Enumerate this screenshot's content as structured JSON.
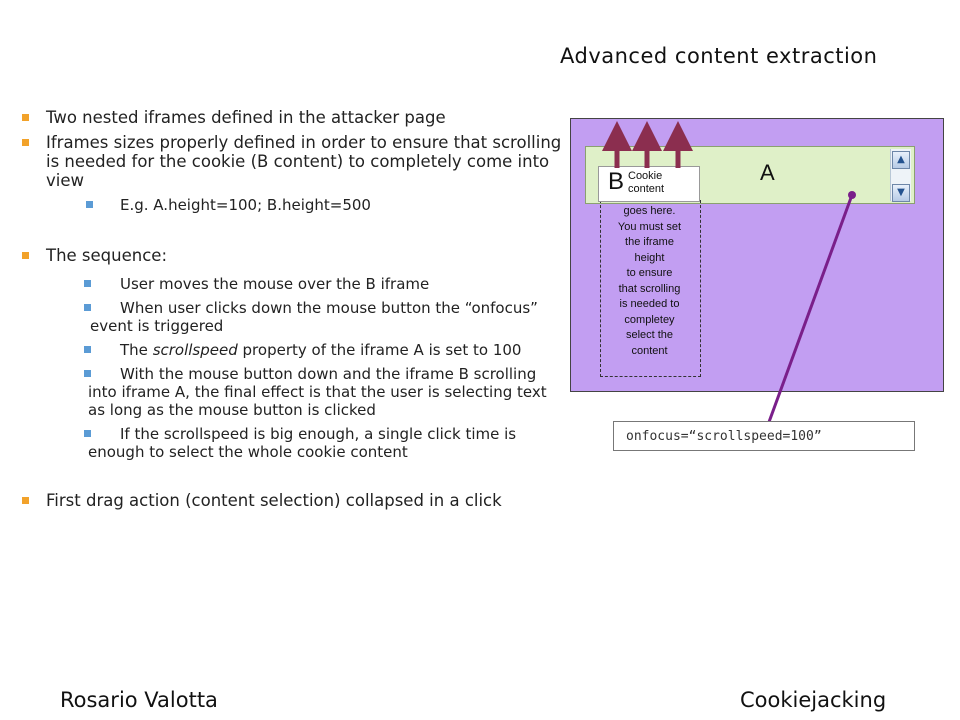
{
  "title": "Advanced content extraction",
  "bullets": {
    "b1": "Two nested iframes defined in the attacker page",
    "b2": "Iframes sizes properly defined in order to ensure that scrolling is needed for the cookie (B content) to completely come into view",
    "b2_sub": "E.g. A.height=100; B.height=500",
    "b3": "The sequence:",
    "s1": "User moves the mouse over the B iframe",
    "s2": "When user clicks down the mouse button the “onfocus” event is triggered",
    "s3_pre": "The",
    "s3_em": "scrollspeed",
    "s3_post": "property of the iframe A is set to 100",
    "s4": "With the mouse button down and the iframe B scrolling into iframe A, the final effect is that the user is selecting text as long as the mouse button is clicked",
    "s5": "If the scrollspeed is big enough, a single click time is enough to select the whole cookie content",
    "b4": "First drag action (content selection) collapsed in a click"
  },
  "diagram": {
    "label_a": "A",
    "label_b": "B",
    "cookie_line1": "Cookie",
    "cookie_line2": "content",
    "goes_here": [
      "goes here.",
      "You must set",
      "the iframe",
      "height",
      "to ensure",
      "that scrolling",
      "is needed to",
      "completey",
      "select the",
      "content"
    ],
    "code": "onfocus=“scrollspeed=100”"
  },
  "colors": {
    "diagram_bg": "#c29ef2",
    "frame_a_bg": "#dff0c8",
    "arrow": "#8b2e4f",
    "connector": "#7a1f8a"
  },
  "footer": {
    "author": "Rosario Valotta",
    "topic": "Cookiejacking"
  }
}
